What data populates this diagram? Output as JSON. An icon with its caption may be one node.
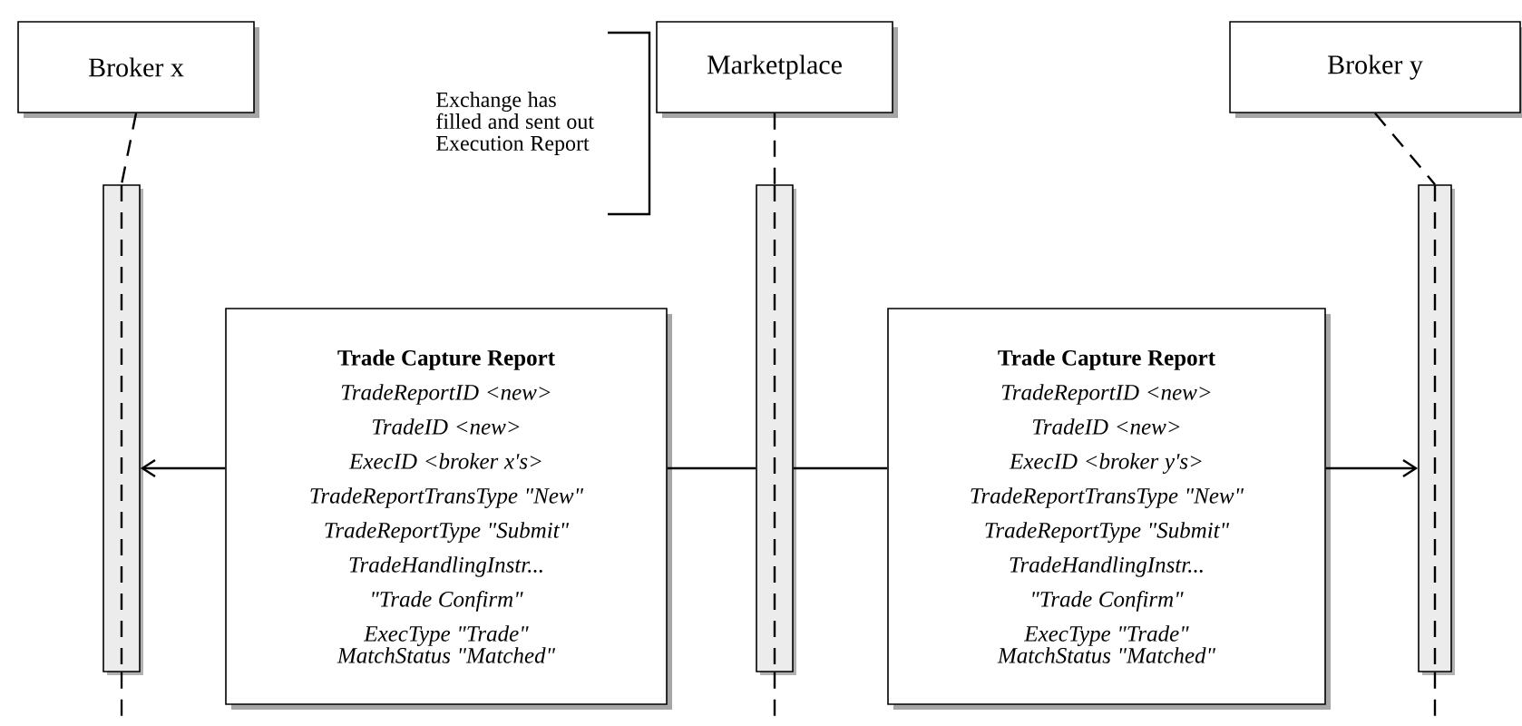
{
  "diagram": {
    "nodes": [
      {
        "text": [
          "Broker x"
        ]
      },
      {
        "text": [
          "Marketplace"
        ]
      },
      {
        "text": [
          "Broker y"
        ]
      },
      {
        "text": [],
        "shape": "bar"
      },
      {
        "text": [],
        "shape": "bar"
      },
      {
        "text": [],
        "shape": "bar"
      },
      {
        "text": [
          "Trade Capture Report",
          "TradeReportID <new>",
          "TradeID <new>",
          "ExecID <broker x's>",
          "TradeReportTransType \"New\"",
          "TradeReportType \"Submit\"",
          "TradeHandlingInstr... \"Trade Confirm\"",
          "ExecType \"Trade\"",
          "MatchStatus \"Matched\""
        ]
      },
      {
        "text": [
          "Trade Capture Report",
          "TradeReportID <new>",
          "TradeID <new>",
          "ExecID <broker y's>",
          "TradeReportTransType \"New\"",
          "TradeReportType \"Submit\"",
          "TradeHandlingInstr... \"Trade Confirm\"",
          "ExecType \"Trade\"",
          "MatchStatus \"Matched\""
        ]
      }
    ],
    "edges": [
      {
        "from": 0,
        "to": 3,
        "arrow": "none",
        "style": "dashed"
      },
      {
        "from": 1,
        "to": 4,
        "arrow": "none",
        "style": "dashed"
      },
      {
        "from": 2,
        "to": 5,
        "arrow": "none",
        "style": "dashed"
      },
      {
        "from": 3,
        "to": null,
        "arrow": "none",
        "style": "dashed"
      },
      {
        "from": 4,
        "to": null,
        "arrow": "none",
        "style": "dashed"
      },
      {
        "from": 5,
        "to": null,
        "arrow": "none",
        "style": "dashed"
      },
      {
        "from": 4,
        "to": 6,
        "arrow": "none"
      },
      {
        "from": 6,
        "to": 3,
        "arrow": "to"
      },
      {
        "from": 4,
        "to": 7,
        "arrow": "none"
      },
      {
        "from": 7,
        "to": 5,
        "arrow": "to"
      }
    ],
    "labels": [
      "Exchange has filled and sent out Execution Report"
    ]
  }
}
